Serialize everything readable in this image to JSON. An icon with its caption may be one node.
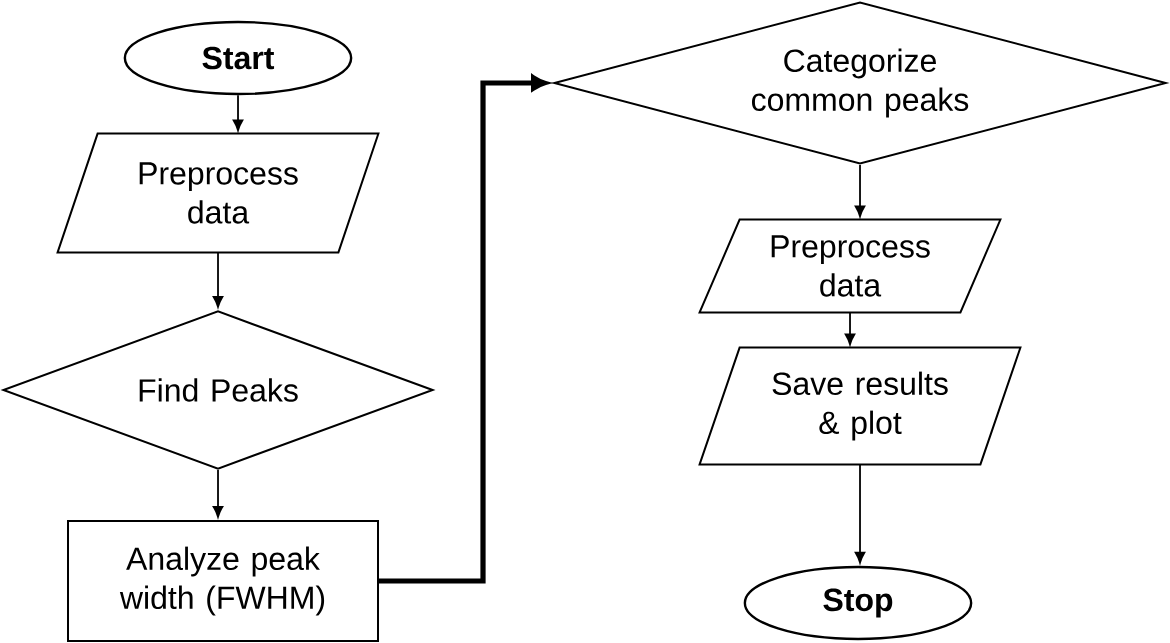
{
  "diagram": {
    "nodes": [
      {
        "text": [
          "Start"
        ]
      },
      {
        "text": [
          "Preprocess data"
        ]
      },
      {
        "text": [
          "Find Peaks"
        ]
      },
      {
        "text": [
          "Analyze peak width (FWHM)"
        ]
      },
      {
        "text": [
          "Categorize common peaks"
        ]
      },
      {
        "text": [
          "Preprocess data"
        ]
      },
      {
        "text": [
          "Save results & plot"
        ]
      },
      {
        "text": [
          "Stop"
        ]
      }
    ],
    "edges": [
      {
        "from": 0,
        "to": 1,
        "arrow": "to"
      },
      {
        "from": 1,
        "to": 2,
        "arrow": "to"
      },
      {
        "from": 2,
        "to": 3,
        "arrow": "to"
      },
      {
        "from": 3,
        "to": 4,
        "arrow": "to",
        "style": "thick"
      },
      {
        "from": 4,
        "to": 5,
        "arrow": "to"
      },
      {
        "from": 5,
        "to": 6,
        "arrow": "to"
      },
      {
        "from": 6,
        "to": 7,
        "arrow": "to"
      }
    ]
  }
}
